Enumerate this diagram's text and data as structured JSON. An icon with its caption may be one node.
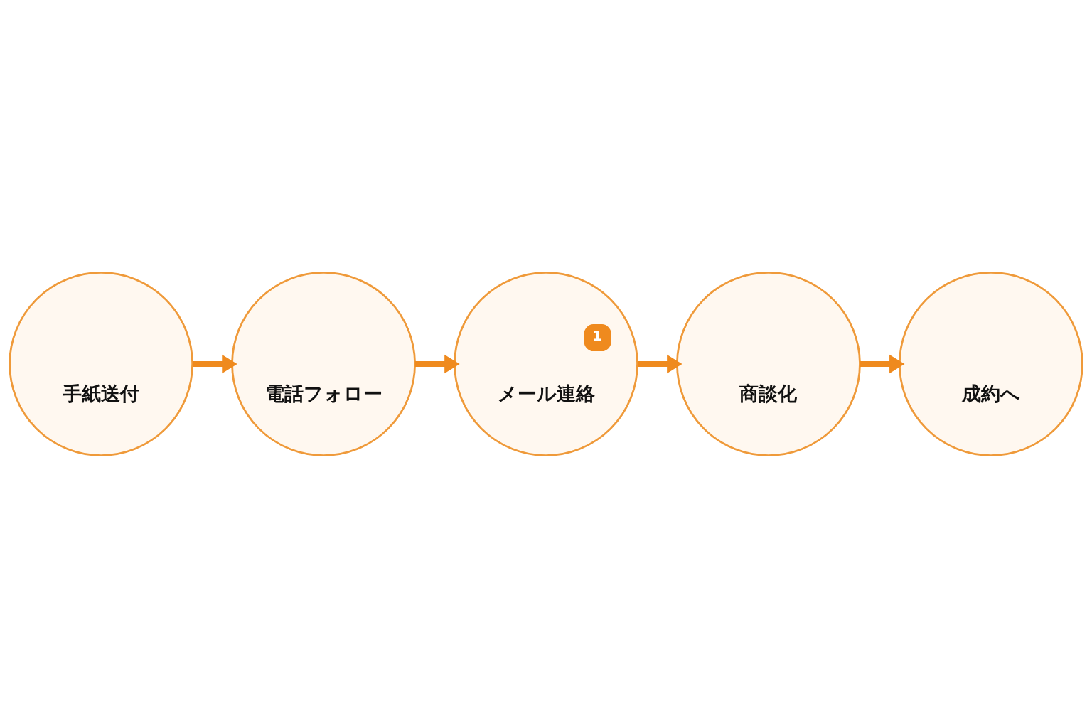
{
  "diagram": {
    "nodes": [
      {
        "text": [
          "手紙送付"
        ]
      },
      {
        "text": [
          "電話フォロー"
        ]
      },
      {
        "text": [
          "1",
          "メール連絡"
        ]
      },
      {
        "text": [
          "商談化"
        ]
      },
      {
        "text": [
          "成約へ"
        ]
      }
    ],
    "edges": [
      {
        "from": 0,
        "to": 1,
        "arrow": "to"
      },
      {
        "from": 1,
        "to": 2,
        "arrow": "to"
      },
      {
        "from": 2,
        "to": 3,
        "arrow": "to"
      },
      {
        "from": 3,
        "to": 4,
        "arrow": "to"
      }
    ]
  }
}
